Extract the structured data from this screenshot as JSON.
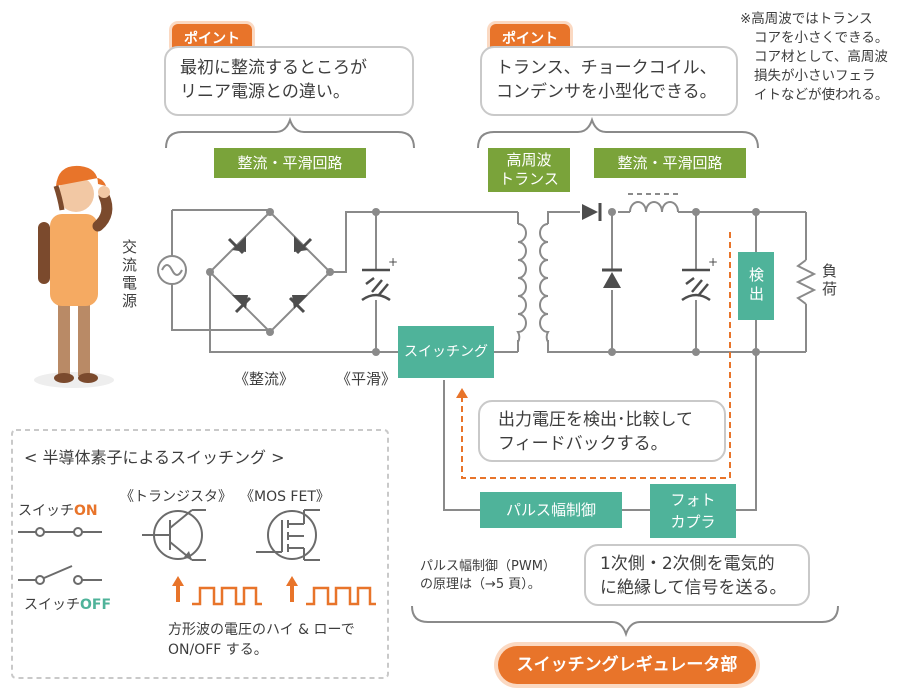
{
  "points": [
    {
      "badge": "ポイント",
      "line1": "最初に整流するところが",
      "line2": "リニア電源との違い。"
    },
    {
      "badge": "ポイント",
      "line1": "トランス、チョークコイル、",
      "line2": "コンデンサを小型化できる。"
    }
  ],
  "side_note": [
    "※高周波ではトランス",
    "コアを小さくできる。",
    "コア材として、高周波",
    "損失が小さいフェラ",
    "イトなどが使われる。"
  ],
  "blocks": {
    "rectify_smooth_1": "整流・平滑回路",
    "hf_transformer_1": "高周波",
    "hf_transformer_2": "トランス",
    "rectify_smooth_2": "整流・平滑回路",
    "detect": "検出",
    "switching": "スイッチング",
    "pwm": "パルス幅制御",
    "photo_1": "フォト",
    "photo_2": "カプラ"
  },
  "labels": {
    "ac_source": "交流電源",
    "load": "負荷",
    "rectify": "《整流》",
    "smooth": "《平滑》",
    "transistor": "《トランジスタ》",
    "mosfet": "《MOS FET》",
    "switch_on_prefix": "スイッチ",
    "switch_on": "ON",
    "switch_off_prefix": "スイッチ",
    "switch_off": "OFF",
    "square_wave_1": "方形波の電圧のハイ & ローで",
    "square_wave_2": "ON/OFF する。",
    "pwm_note_1": "パルス幅制御（PWM）",
    "pwm_note_2": "の原理は（→5 頁）。",
    "bottom_title": "スイッチングレギュレータ部"
  },
  "callouts": {
    "feedback_1": "出力電圧を検出･比較して",
    "feedback_2": "フィードバックする。",
    "isolation_1": "1次側・2次側を電気的",
    "isolation_2": "に絶縁して信号を送る。"
  },
  "semiconductor_box": {
    "title": "< 半導体素子によるスイッチング >"
  },
  "colors": {
    "orange": "#e8742a",
    "green": "#7aa33a",
    "teal": "#4fb39a",
    "line": "#8a8a8a",
    "gray_border": "#c9c9c9"
  }
}
